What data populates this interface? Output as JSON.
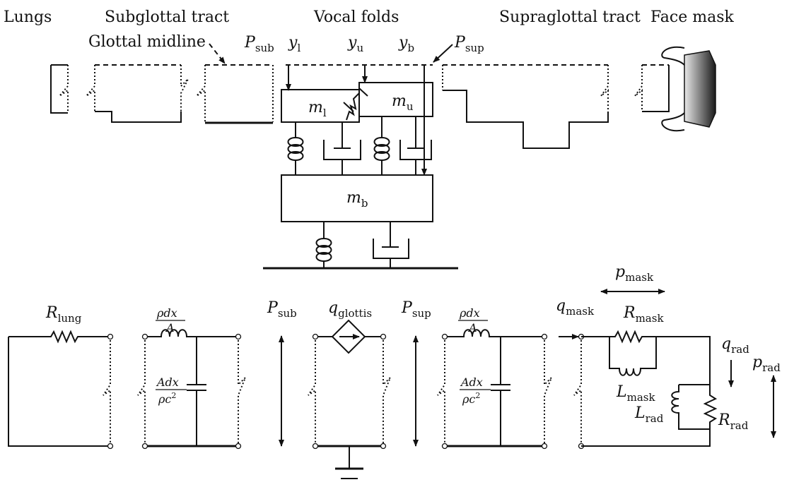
{
  "headers": {
    "lungs": "Lungs",
    "subglottal": "Subglottal tract",
    "vocal_folds": "Vocal folds",
    "supraglottal": "Supraglottal tract",
    "face_mask": "Face mask",
    "glottal_midline": "Glottal midline"
  },
  "symbols": {
    "P": "P",
    "y": "y",
    "m": "m",
    "R": "R",
    "L": "L",
    "q": "q",
    "p": "p",
    "sub": "sub",
    "sup": "sup",
    "l": "l",
    "u": "u",
    "b": "b",
    "lung": "lung",
    "mask": "mask",
    "rad": "rad",
    "glottis": "glottis"
  },
  "fractions": {
    "inductance_num": "ρdx",
    "inductance_den": "A",
    "capacitance_num": "Adx",
    "capacitance_den": "ρc",
    "capacitance_den_exp": "2"
  }
}
